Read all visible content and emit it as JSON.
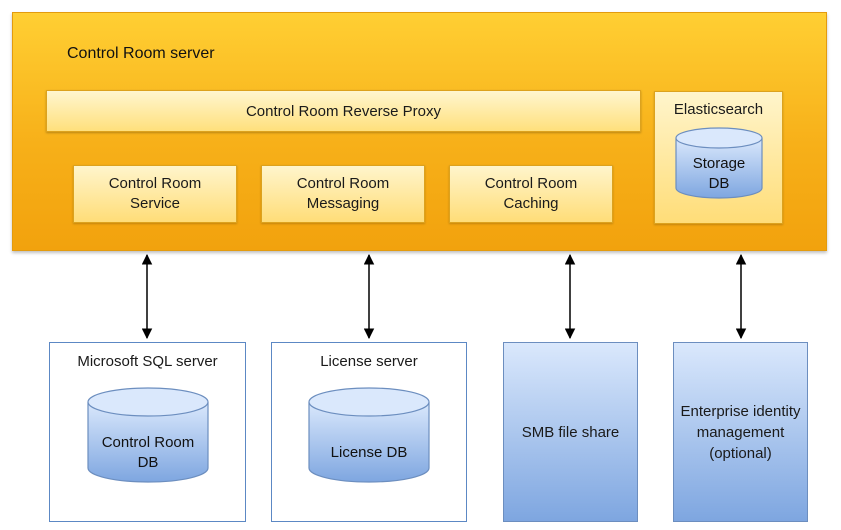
{
  "server": {
    "title": "Control Room server",
    "proxy": "Control Room Reverse Proxy",
    "services": [
      {
        "label": "Control Room Service"
      },
      {
        "label": "Control Room Messaging"
      },
      {
        "label": "Control Room Caching"
      }
    ],
    "elasticsearch": {
      "title": "Elasticsearch",
      "db_label": "Storage DB"
    }
  },
  "external": {
    "sql": {
      "title": "Microsoft SQL server",
      "db_label": "Control Room DB"
    },
    "license": {
      "title": "License server",
      "db_label": "License DB"
    },
    "smb": {
      "label": "SMB file share"
    },
    "identity": {
      "label": "Enterprise identity management (optional)"
    }
  },
  "colors": {
    "server_fill": "#f7b019",
    "inner_fill": "#ffe07c",
    "db_fill": "#7ea6e0",
    "db_border": "#6c8ebf",
    "box_border": "#5c88c4",
    "arrow": "#000000"
  }
}
